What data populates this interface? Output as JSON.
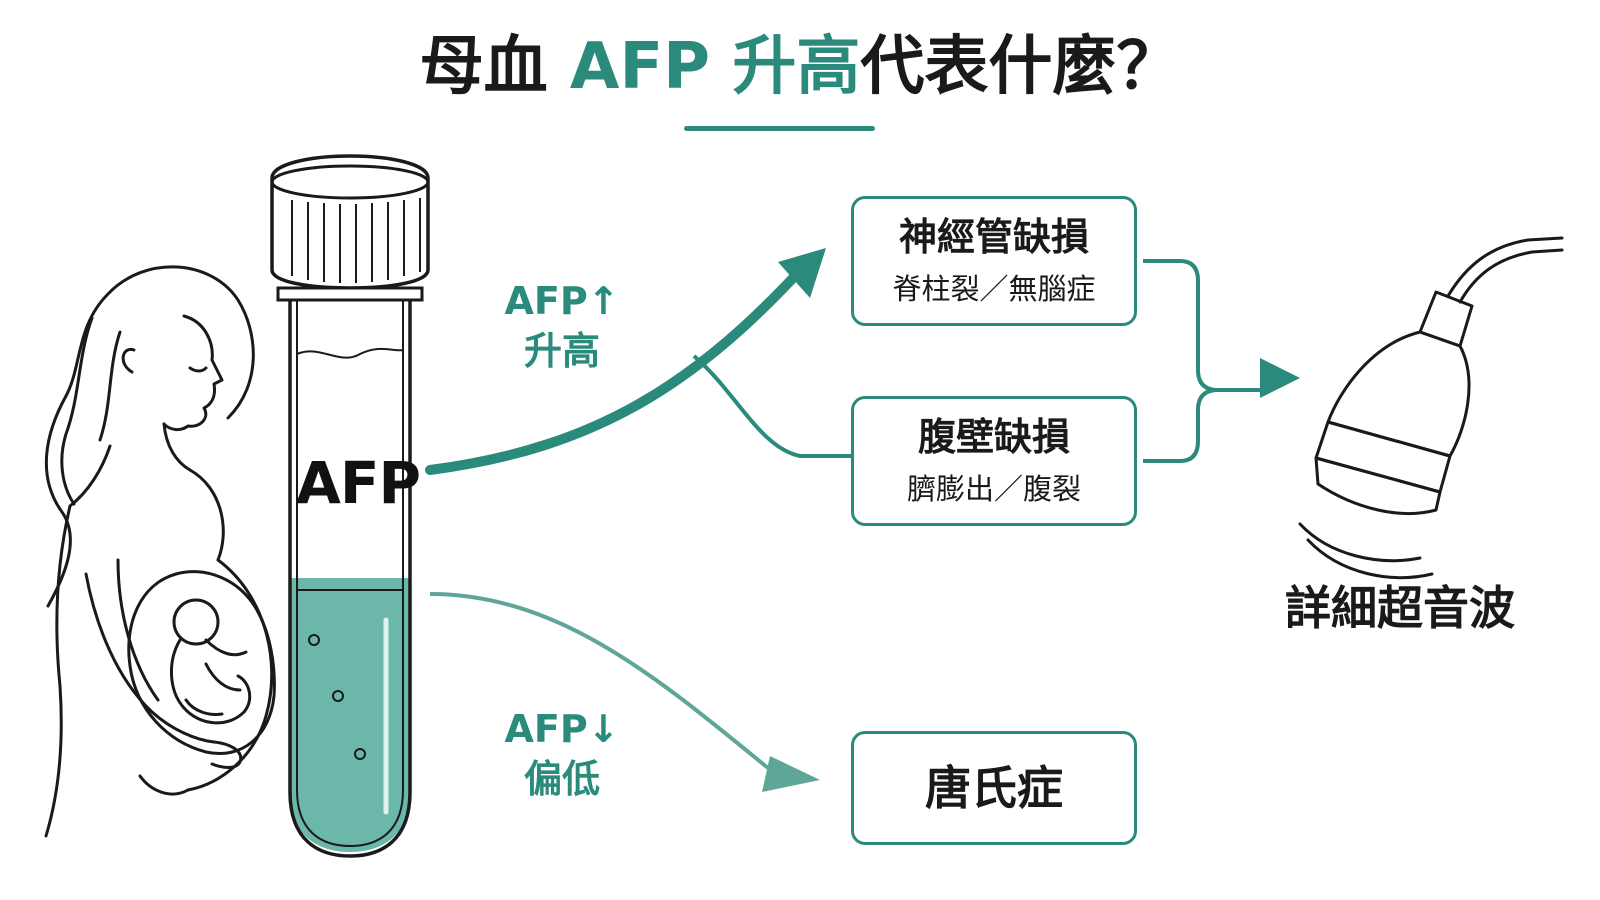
{
  "title": {
    "prefix": "母血 ",
    "accent_1": "AFP 升高",
    "suffix": "代表什麼？"
  },
  "tube": {
    "label": "AFP"
  },
  "flows": {
    "up": {
      "line1": "AFP↑",
      "line2": "升高"
    },
    "down": {
      "line1": "AFP↓",
      "line2": "偏低"
    }
  },
  "results": [
    {
      "heading": "神經管缺損",
      "sub": "脊柱裂／無腦症"
    },
    {
      "heading": "腹壁缺損",
      "sub": "臍膨出／腹裂"
    },
    {
      "heading": "唐氏症"
    }
  ],
  "followup": {
    "caption": "詳細超音波"
  },
  "colors": {
    "accent": "#2a8a7c",
    "fluid": "#6bb7aa",
    "ink": "#1a1a1a"
  },
  "icons": {
    "woman": "pregnant-woman-icon",
    "tube": "test-tube-icon",
    "probe": "ultrasound-probe-icon"
  }
}
